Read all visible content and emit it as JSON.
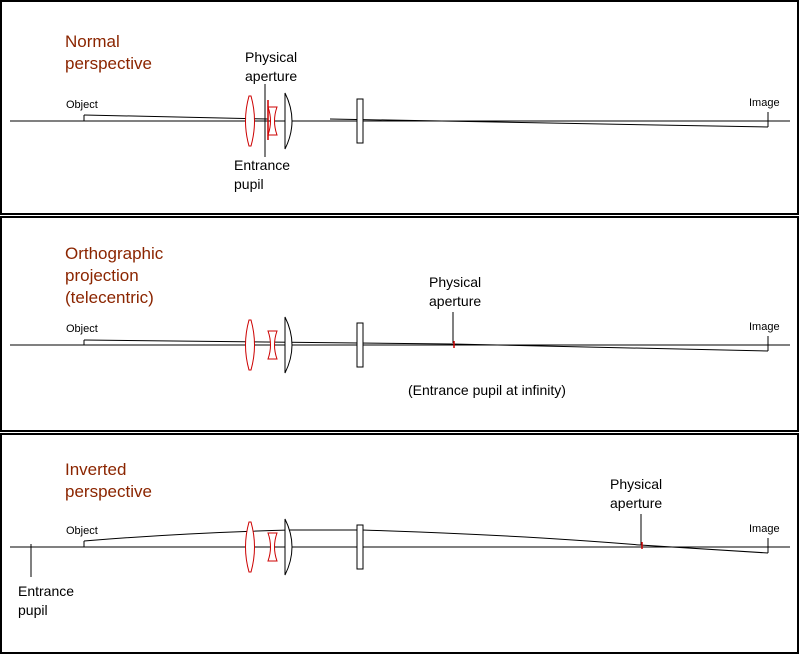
{
  "colors": {
    "title": "#8b2500",
    "lens_red": "#cc0000",
    "lens_black": "#000000",
    "line": "#000000",
    "background": "#ffffff"
  },
  "panels": [
    {
      "title_line1": "Normal",
      "title_line2": "perspective",
      "object_label": "Object",
      "image_label": "Image",
      "aperture_line1": "Physical",
      "aperture_line2": "aperture",
      "pupil_line1": "Entrance",
      "pupil_line2": "pupil"
    },
    {
      "title_line1": "Orthographic",
      "title_line2": "projection",
      "title_line3": "(telecentric)",
      "object_label": "Object",
      "image_label": "Image",
      "aperture_line1": "Physical",
      "aperture_line2": "aperture",
      "pupil_note": "(Entrance pupil at infinity)"
    },
    {
      "title_line1": "Inverted",
      "title_line2": "perspective",
      "object_label": "Object",
      "image_label": "Image",
      "aperture_line1": "Physical",
      "aperture_line2": "aperture",
      "pupil_line1": "Entrance",
      "pupil_line2": "pupil"
    }
  ]
}
